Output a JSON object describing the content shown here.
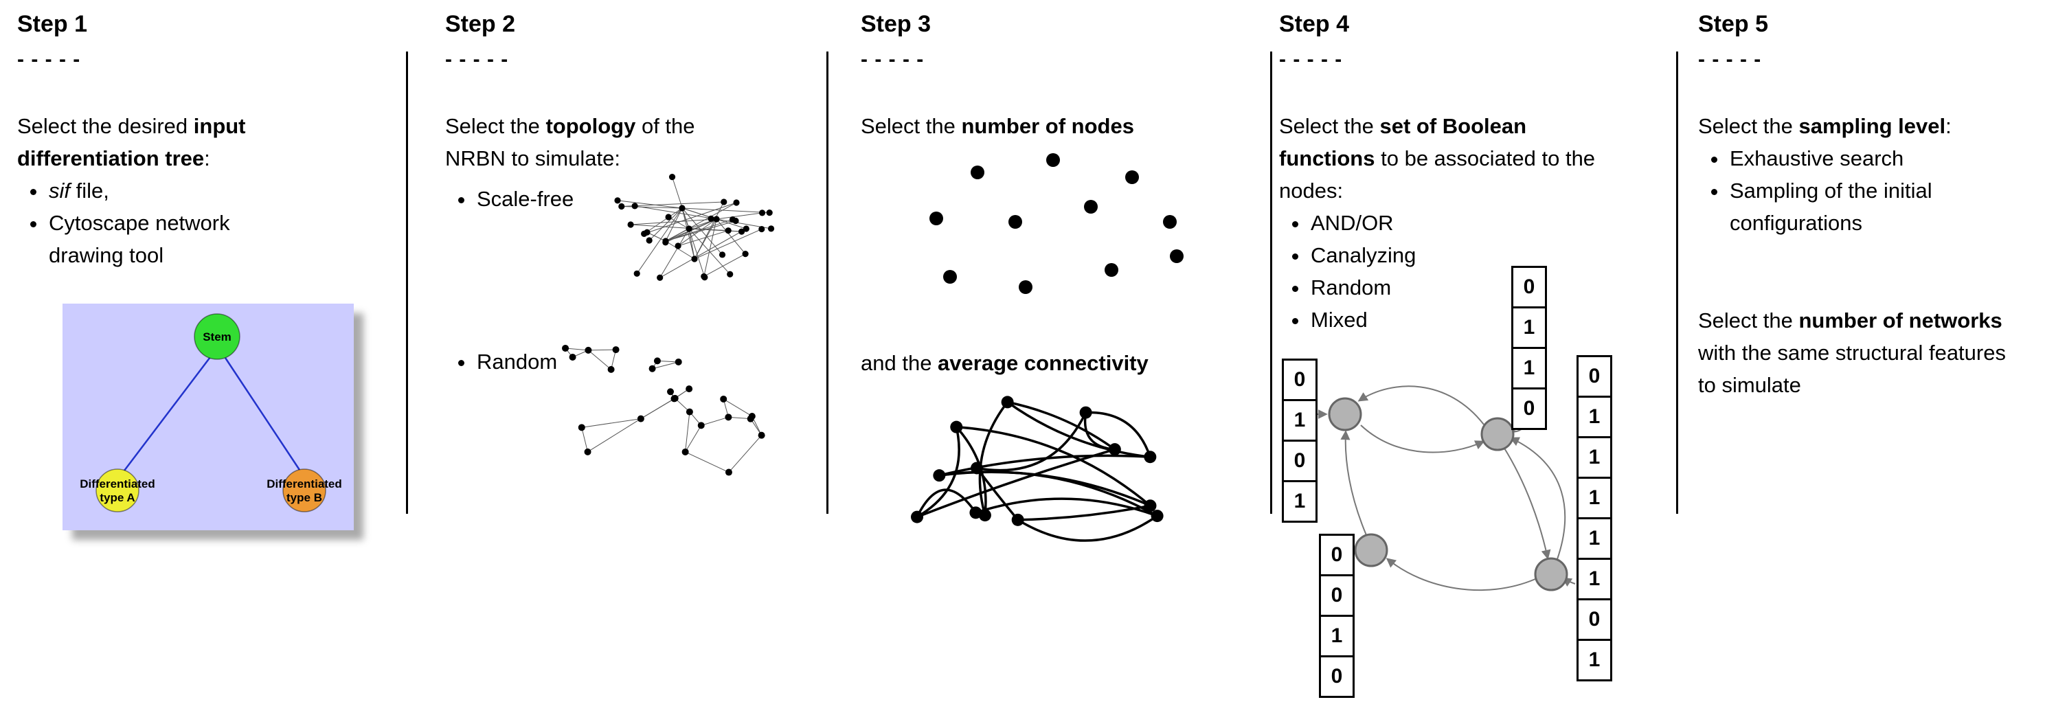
{
  "steps": [
    {
      "title": "Step 1",
      "dashes": "- - - - -",
      "intro": [
        "Select the desired ",
        "input differentiation tree",
        ":"
      ],
      "bullets": [
        {
          "italic": "sif",
          "text": " file,"
        },
        {
          "text": "Cytoscape network drawing tool"
        }
      ],
      "tree": {
        "stem_label": "Stem",
        "type_a_line1": "Differentiated",
        "type_a_line2": "type A",
        "type_b_line1": "Differentiated",
        "type_b_line2": "type B",
        "colors": {
          "background": "#ccccff",
          "stem": "#33dd33",
          "type_a": "#eeee33",
          "type_b": "#ee9933",
          "edge": "#2233cc"
        }
      }
    },
    {
      "title": "Step 2",
      "dashes": "- - - - -",
      "intro": [
        "Select the ",
        "topology",
        " of the NRBN to simulate:"
      ],
      "bullets": [
        {
          "text": "Scale-free"
        },
        {
          "text": "Random"
        }
      ]
    },
    {
      "title": "Step 3",
      "dashes": "- - - - -",
      "intro": [
        "Select the ",
        "number of nodes"
      ],
      "second": [
        "and the ",
        "average connectivity"
      ]
    },
    {
      "title": "Step 4",
      "dashes": "- - - - -",
      "intro": [
        "Select the ",
        "set of Boolean functions",
        " to be associated to the nodes:"
      ],
      "bullets": [
        {
          "text": "AND/OR"
        },
        {
          "text": "Canalyzing"
        },
        {
          "text": "Random"
        },
        {
          "text": "Mixed"
        }
      ],
      "truth_tables": {
        "left": [
          "0",
          "1",
          "0",
          "1"
        ],
        "top": [
          "0",
          "1",
          "1",
          "0"
        ],
        "bottom_left": [
          "0",
          "0",
          "1",
          "0"
        ],
        "right": [
          "0",
          "1",
          "1",
          "1",
          "1",
          "1",
          "0",
          "1"
        ]
      },
      "colors": {
        "node_fill": "#b3b3b3",
        "node_stroke": "#666666",
        "arrow": "#777777"
      }
    },
    {
      "title": "Step 5",
      "dashes": "- - - - -",
      "intro": [
        "Select the ",
        "sampling level",
        ":"
      ],
      "bullets": [
        {
          "text": "Exhaustive search"
        },
        {
          "text": "Sampling of the initial configurations"
        }
      ],
      "second": [
        "Select the ",
        "number of networks",
        " with the same structural features to simulate"
      ]
    }
  ]
}
